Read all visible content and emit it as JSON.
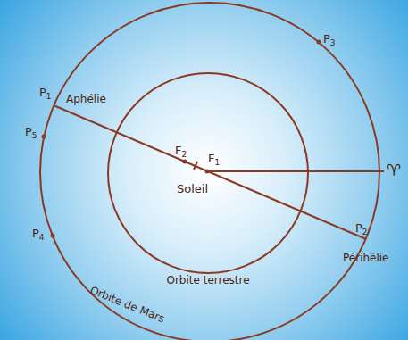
{
  "diagram": {
    "labels": [
      "P1",
      "Aphélie",
      "P5",
      "P4",
      "P3",
      "F2",
      "F1",
      "Soleil",
      "P2",
      "Périhélie",
      "Orbite terrestre",
      "Orbite de Mars",
      "♈"
    ]
  }
}
